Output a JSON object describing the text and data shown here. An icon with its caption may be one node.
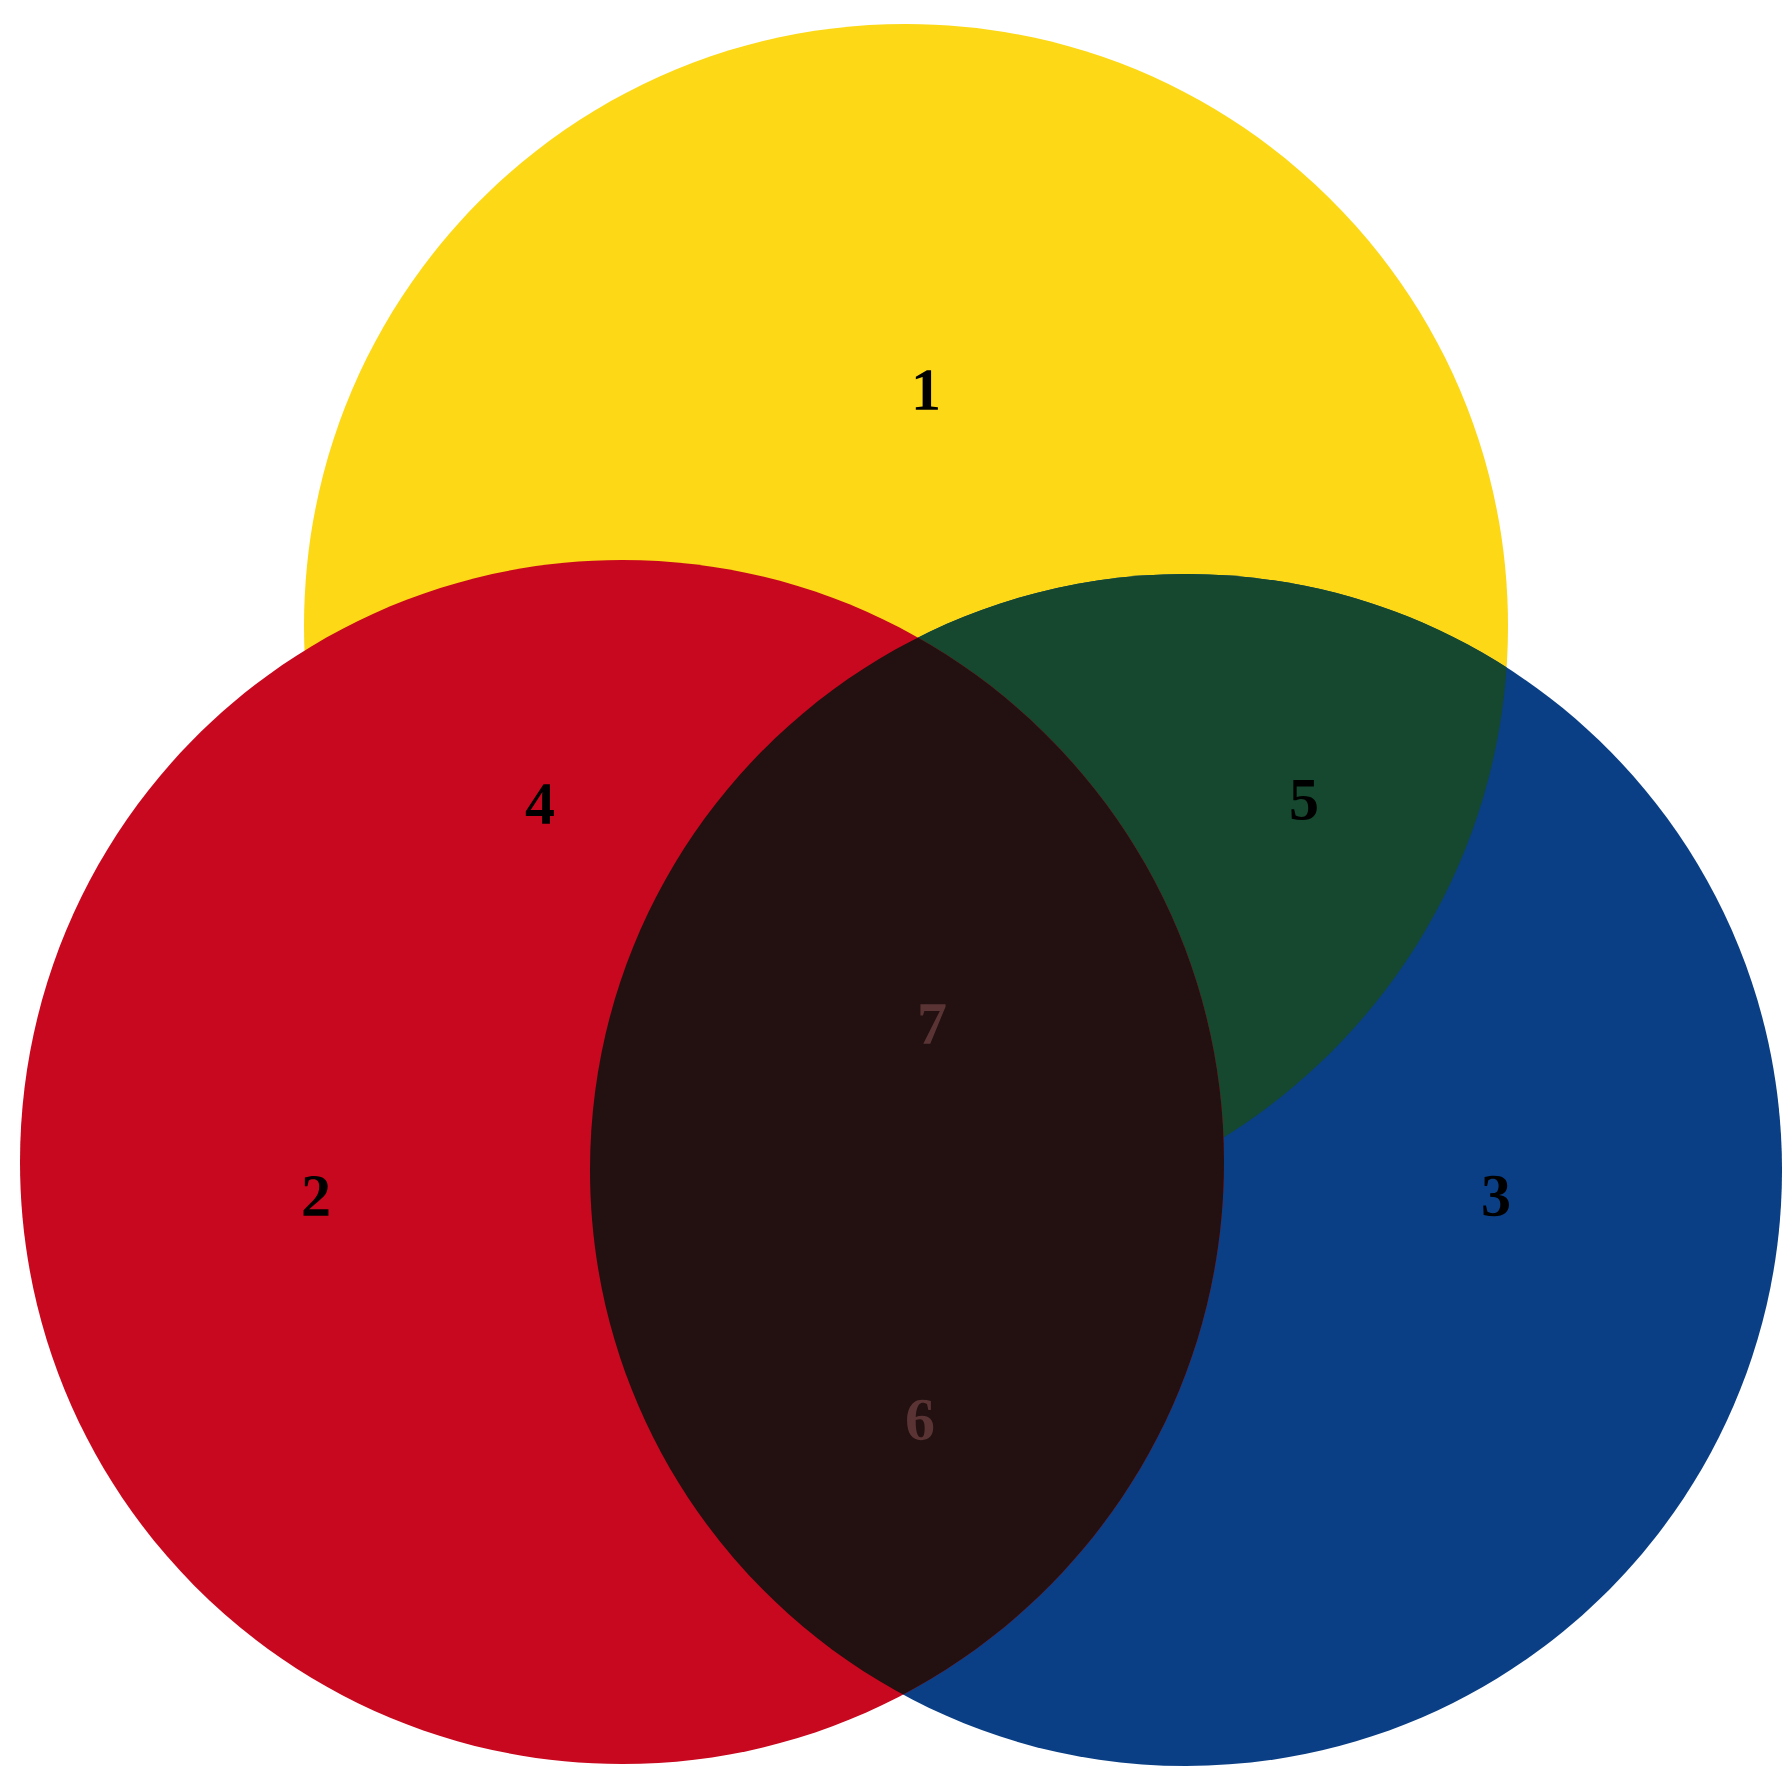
{
  "diagram": {
    "nodes": [
      {
        "text": [
          "1"
        ]
      },
      {
        "text": [
          "2"
        ]
      },
      {
        "text": [
          "3"
        ]
      }
    ],
    "labels": [
      "4",
      "5",
      "7",
      "6"
    ]
  }
}
